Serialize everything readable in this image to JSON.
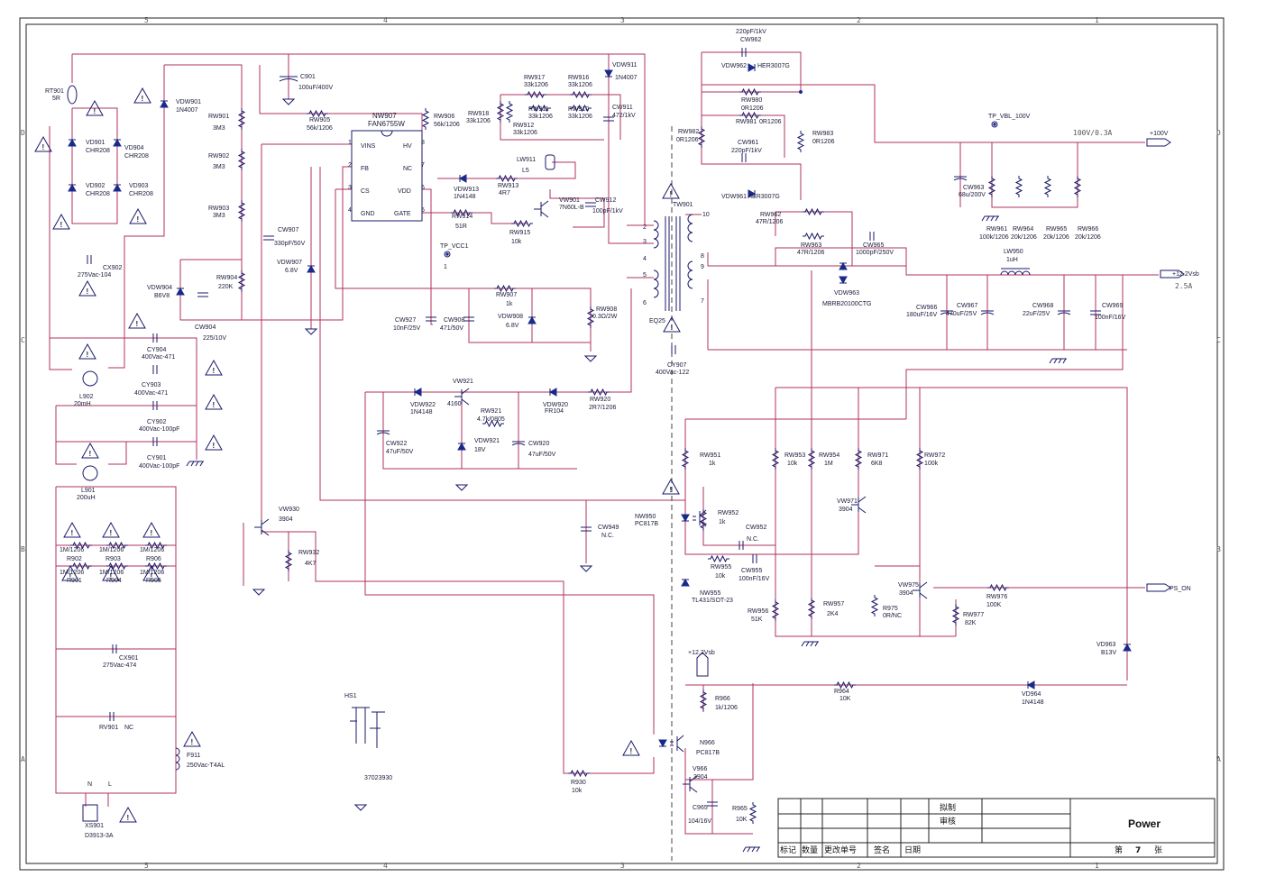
{
  "sheet": {
    "zone_top": [
      "5",
      "4",
      "3",
      "2",
      "1"
    ],
    "zone_bottom": [
      "5",
      "4",
      "3",
      "2",
      "1"
    ],
    "zone_left": [
      "D",
      "C",
      "B",
      "A"
    ],
    "zone_right": [
      "D",
      "C",
      "B",
      "A"
    ]
  },
  "titleblock": {
    "title": "Power",
    "drawn": "拟制",
    "checked": "审核",
    "sheet_prefix": "第",
    "sheet_no": "7",
    "sheet_suffix": "张",
    "cols": [
      "标记",
      "数量",
      "更改单号",
      "签名",
      "日期"
    ]
  },
  "ic": {
    "name": "NW907",
    "part": "FAN6755W",
    "pins_left": [
      {
        "n": "1",
        "s": "VINS"
      },
      {
        "n": "2",
        "s": "FB"
      },
      {
        "n": "3",
        "s": "CS"
      },
      {
        "n": "4",
        "s": "GND"
      }
    ],
    "pins_right": [
      {
        "n": "8",
        "s": "HV"
      },
      {
        "n": "7",
        "s": "NC"
      },
      {
        "n": "6",
        "s": "VDD"
      },
      {
        "n": "5",
        "s": "GATE"
      }
    ]
  },
  "nets": {
    "vbl_tp": "TP_VBL_100V",
    "vbl_out": "+100V",
    "vbl_rating": "100V/0.3A",
    "vsb_out": "+12.2Vsb",
    "vsb_rating": "2.5A",
    "vsb_local": "+12.2Vsb",
    "ps_on": "PS_ON",
    "vcc_tp": "TP_VCC1",
    "vcc_tp_pin": "1"
  },
  "labels": [
    {
      "k": "rt901",
      "t": "RT901"
    },
    {
      "k": "rt901v",
      "t": "5R"
    },
    {
      "k": "vd901",
      "t": "VD901"
    },
    {
      "k": "vd901v",
      "t": "CHR208"
    },
    {
      "k": "vd904",
      "t": "VD904"
    },
    {
      "k": "vd904v",
      "t": "CHR208"
    },
    {
      "k": "vd902",
      "t": "VD902"
    },
    {
      "k": "vd902v",
      "t": "CHR208"
    },
    {
      "k": "vd903",
      "t": "VD903"
    },
    {
      "k": "vd903v",
      "t": "CHR208"
    },
    {
      "k": "vdw901",
      "t": "VDW901"
    },
    {
      "k": "vdw901v",
      "t": "1N4007"
    },
    {
      "k": "rw901",
      "t": "RW901"
    },
    {
      "k": "rw901v",
      "t": "3M3"
    },
    {
      "k": "rw902",
      "t": "RW902"
    },
    {
      "k": "rw902v",
      "t": "3M3"
    },
    {
      "k": "rw903",
      "t": "RW903"
    },
    {
      "k": "rw903v",
      "t": "3M3"
    },
    {
      "k": "c901",
      "t": "C901"
    },
    {
      "k": "c901v",
      "t": "100uF/400V"
    },
    {
      "k": "rw905",
      "t": "RW905"
    },
    {
      "k": "rw905v",
      "t": "56k/1206"
    },
    {
      "k": "rw906",
      "t": "RW906"
    },
    {
      "k": "rw906v",
      "t": "56k/1206"
    },
    {
      "k": "rw918",
      "t": "RW918"
    },
    {
      "k": "rw918v",
      "t": "33k1206"
    },
    {
      "k": "rw917",
      "t": "RW917"
    },
    {
      "k": "rw917v",
      "t": "33k1206"
    },
    {
      "k": "rw916",
      "t": "RW916"
    },
    {
      "k": "rw916v",
      "t": "33k1206"
    },
    {
      "k": "rw911",
      "t": "RW911"
    },
    {
      "k": "rw911v",
      "t": "33k1206"
    },
    {
      "k": "rw910",
      "t": "RW910"
    },
    {
      "k": "rw910v",
      "t": "33k1206"
    },
    {
      "k": "rw912",
      "t": "RW912"
    },
    {
      "k": "rw912v",
      "t": "33k1206"
    },
    {
      "k": "vdw911",
      "t": "VDW911"
    },
    {
      "k": "vdw911v",
      "t": "1N4007"
    },
    {
      "k": "cw911",
      "t": "CW911"
    },
    {
      "k": "cw911v",
      "t": "472/1kV"
    },
    {
      "k": "cx902",
      "t": "CX902"
    },
    {
      "k": "cx902v",
      "t": "275Vac-104"
    },
    {
      "k": "cw907",
      "t": "CW907"
    },
    {
      "k": "cw907v",
      "t": "330pF/50V"
    },
    {
      "k": "vdw907",
      "t": "VDW907"
    },
    {
      "k": "vdw907v",
      "t": "6.8V"
    },
    {
      "k": "rw904",
      "t": "RW904"
    },
    {
      "k": "rw904v",
      "t": "220K"
    },
    {
      "k": "vdw904",
      "t": "VDW904"
    },
    {
      "k": "vdw904v",
      "t": "B6V8"
    },
    {
      "k": "cw904",
      "t": "CW904"
    },
    {
      "k": "cw904v",
      "t": "225/10V"
    },
    {
      "k": "lw911",
      "t": "LW911"
    },
    {
      "k": "lw911v",
      "t": "L5"
    },
    {
      "k": "vdw913",
      "t": "VDW913"
    },
    {
      "k": "vdw913v",
      "t": "1N4148"
    },
    {
      "k": "rw913",
      "t": "RW913"
    },
    {
      "k": "rw913v",
      "t": "4R7"
    },
    {
      "k": "rw914",
      "t": "RW914"
    },
    {
      "k": "rw914v",
      "t": "51R"
    },
    {
      "k": "rw915",
      "t": "RW915"
    },
    {
      "k": "rw915v",
      "t": "10k"
    },
    {
      "k": "vw901",
      "t": "VW901"
    },
    {
      "k": "vw901v",
      "t": "7N60L-B"
    },
    {
      "k": "cw912",
      "t": "CW912"
    },
    {
      "k": "cw912v",
      "t": "100pF/1kV"
    },
    {
      "k": "rw907",
      "t": "RW907"
    },
    {
      "k": "rw907v",
      "t": "1k"
    },
    {
      "k": "cw927",
      "t": "CW927"
    },
    {
      "k": "cw927v",
      "t": "10nF/25V"
    },
    {
      "k": "cw908",
      "t": "CW908"
    },
    {
      "k": "cw908v",
      "t": "471/50V"
    },
    {
      "k": "vdw908",
      "t": "VDW908"
    },
    {
      "k": "vdw908v",
      "t": "6.8V"
    },
    {
      "k": "rw908",
      "t": "RW908"
    },
    {
      "k": "rw908v",
      "t": "0.3Ω/2W"
    },
    {
      "k": "eq25",
      "t": "EQ25"
    },
    {
      "k": "tw901",
      "t": "TW901"
    },
    {
      "k": "cw962",
      "t": "220pF/1kV"
    },
    {
      "k": "cw962n",
      "t": "CW962"
    },
    {
      "k": "vdw962",
      "t": "VDW962"
    },
    {
      "k": "vdw962v",
      "t": "HER3007G"
    },
    {
      "k": "rw980",
      "t": "RW980"
    },
    {
      "k": "rw980v",
      "t": "0R1206"
    },
    {
      "k": "rw981",
      "t": "RW981"
    },
    {
      "k": "rw981v",
      "t": "0R1206"
    },
    {
      "k": "rw982",
      "t": "RW982"
    },
    {
      "k": "rw982v",
      "t": "0R1206"
    },
    {
      "k": "rw983",
      "t": "RW983"
    },
    {
      "k": "rw983v",
      "t": "0R1206"
    },
    {
      "k": "cw961",
      "t": "CW961"
    },
    {
      "k": "cw961v",
      "t": "220pF/1kV"
    },
    {
      "k": "vdw961",
      "t": "VDW961"
    },
    {
      "k": "vdw961v",
      "t": "HER3007G"
    },
    {
      "k": "cw963",
      "t": "CW963"
    },
    {
      "k": "cw963v",
      "t": "68u/200V"
    },
    {
      "k": "rw961",
      "t": "RW961"
    },
    {
      "k": "rw961v",
      "t": "100k/1206"
    },
    {
      "k": "rw964",
      "t": "RW964"
    },
    {
      "k": "rw964v",
      "t": "20k/1206"
    },
    {
      "k": "rw965",
      "t": "RW965"
    },
    {
      "k": "rw965v",
      "t": "20k/1206"
    },
    {
      "k": "rw966",
      "t": "RW966"
    },
    {
      "k": "rw966v",
      "t": "20k/1206"
    },
    {
      "k": "rw962",
      "t": "RW962"
    },
    {
      "k": "rw962v",
      "t": "47R/1206"
    },
    {
      "k": "rw963",
      "t": "RW963"
    },
    {
      "k": "rw963v",
      "t": "47R/1206"
    },
    {
      "k": "cw965",
      "t": "CW965"
    },
    {
      "k": "cw965v",
      "t": "1000pF/250V"
    },
    {
      "k": "vdw963",
      "t": "VDW963"
    },
    {
      "k": "vdw963v",
      "t": "MBRB20100CTG"
    },
    {
      "k": "lw950",
      "t": "LW950"
    },
    {
      "k": "lw950v",
      "t": "1uH"
    },
    {
      "k": "cw966",
      "t": "CW966"
    },
    {
      "k": "cw966v",
      "t": "180uF/16V"
    },
    {
      "k": "cw967",
      "t": "CW967"
    },
    {
      "k": "cw967v",
      "t": "470uF/25V"
    },
    {
      "k": "cw968",
      "t": "CW968"
    },
    {
      "k": "cw968v",
      "t": "22uF/25V"
    },
    {
      "k": "cw969",
      "t": "CW969"
    },
    {
      "k": "cw969v",
      "t": "100nF/16V"
    },
    {
      "k": "cy907",
      "t": "CY907"
    },
    {
      "k": "cy907v",
      "t": "400Vac-122"
    },
    {
      "k": "cy904",
      "t": "CY904"
    },
    {
      "k": "cy904v",
      "t": "400Vac-471"
    },
    {
      "k": "cy903",
      "t": "CY903"
    },
    {
      "k": "cy903v",
      "t": "400Vac-471"
    },
    {
      "k": "cy902",
      "t": "CY902"
    },
    {
      "k": "cy902v",
      "t": "400Vac-100pF"
    },
    {
      "k": "cy901",
      "t": "CY901"
    },
    {
      "k": "cy901v",
      "t": "400Vac-100pF"
    },
    {
      "k": "l902",
      "t": "L902"
    },
    {
      "k": "l902v",
      "t": "20mH"
    },
    {
      "k": "l901",
      "t": "L901"
    },
    {
      "k": "l901v",
      "t": "200uH"
    },
    {
      "k": "vdw922",
      "t": "VDW922"
    },
    {
      "k": "vdw922v",
      "t": "1N4148"
    },
    {
      "k": "vw921",
      "t": "VW921"
    },
    {
      "k": "vw921v",
      "t": "4160"
    },
    {
      "k": "rw921",
      "t": "RW921"
    },
    {
      "k": "rw921v",
      "t": "4.7k/0805"
    },
    {
      "k": "vdw920",
      "t": "VDW920"
    },
    {
      "k": "vdw920v",
      "t": "FR104"
    },
    {
      "k": "rw920",
      "t": "RW920"
    },
    {
      "k": "rw920v",
      "t": "2R7/1206"
    },
    {
      "k": "cw922",
      "t": "CW922"
    },
    {
      "k": "cw922v",
      "t": "47uF/50V"
    },
    {
      "k": "vdw921",
      "t": "VDW921"
    },
    {
      "k": "vdw921v",
      "t": "18V"
    },
    {
      "k": "cw920",
      "t": "CW920"
    },
    {
      "k": "cw920v",
      "t": "47uF/50V"
    },
    {
      "k": "rw951",
      "t": "RW951"
    },
    {
      "k": "rw951v",
      "t": "1k"
    },
    {
      "k": "rw953",
      "t": "RW953"
    },
    {
      "k": "rw953v",
      "t": "10k"
    },
    {
      "k": "rw954",
      "t": "RW954"
    },
    {
      "k": "rw954v",
      "t": "1M"
    },
    {
      "k": "rw971",
      "t": "RW971"
    },
    {
      "k": "rw971v",
      "t": "6K8"
    },
    {
      "k": "rw972",
      "t": "RW972"
    },
    {
      "k": "rw972v",
      "t": "100k"
    },
    {
      "k": "vw971",
      "t": "VW971"
    },
    {
      "k": "vw971v",
      "t": "3904"
    },
    {
      "k": "nw950",
      "t": "NW950"
    },
    {
      "k": "nw950v",
      "t": "PC817B"
    },
    {
      "k": "rw952",
      "t": "RW952"
    },
    {
      "k": "rw952v",
      "t": "1k"
    },
    {
      "k": "cw952",
      "t": "CW952"
    },
    {
      "k": "cw952v",
      "t": "N.C."
    },
    {
      "k": "cw949",
      "t": "CW949"
    },
    {
      "k": "cw949v",
      "t": "N.C."
    },
    {
      "k": "rw955",
      "t": "RW955"
    },
    {
      "k": "rw955v",
      "t": "10k"
    },
    {
      "k": "cw955",
      "t": "CW955"
    },
    {
      "k": "cw955v",
      "t": "100nF/16V"
    },
    {
      "k": "nw955",
      "t": "NW955"
    },
    {
      "k": "nw955v",
      "t": "TL431/SOT-23"
    },
    {
      "k": "rw956",
      "t": "RW956"
    },
    {
      "k": "rw956v",
      "t": "51K"
    },
    {
      "k": "rw957",
      "t": "RW957"
    },
    {
      "k": "rw957v",
      "t": "2K4"
    },
    {
      "k": "r975",
      "t": "R975"
    },
    {
      "k": "r975v",
      "t": "0R/NC"
    },
    {
      "k": "vw975",
      "t": "VW975"
    },
    {
      "k": "vw975v",
      "t": "3904"
    },
    {
      "k": "rw976",
      "t": "RW976"
    },
    {
      "k": "rw976v",
      "t": "100K"
    },
    {
      "k": "rw977",
      "t": "RW977"
    },
    {
      "k": "rw977v",
      "t": "82K"
    },
    {
      "k": "vd963",
      "t": "VD963"
    },
    {
      "k": "vd963v",
      "t": "B13V"
    },
    {
      "k": "r964",
      "t": "R964"
    },
    {
      "k": "r964v",
      "t": "10K"
    },
    {
      "k": "vd964",
      "t": "VD964"
    },
    {
      "k": "vd964v",
      "t": "1N4148"
    },
    {
      "k": "r966",
      "t": "R966"
    },
    {
      "k": "r966v",
      "t": "1k/1206"
    },
    {
      "k": "n966",
      "t": "N966"
    },
    {
      "k": "n966v",
      "t": "PC817B"
    },
    {
      "k": "v966",
      "t": "V966"
    },
    {
      "k": "v966v",
      "t": "3904"
    },
    {
      "k": "c965",
      "t": "C965"
    },
    {
      "k": "c965v",
      "t": "104/16V"
    },
    {
      "k": "r965",
      "t": "R965"
    },
    {
      "k": "r965v",
      "t": "10K"
    },
    {
      "k": "vw930",
      "t": "VW930"
    },
    {
      "k": "vw930v",
      "t": "3904"
    },
    {
      "k": "rw932",
      "t": "RW932"
    },
    {
      "k": "rw932v",
      "t": "4K7"
    },
    {
      "k": "r930",
      "t": "R930"
    },
    {
      "k": "r930v",
      "t": "10k"
    },
    {
      "k": "hs1",
      "t": "HS1"
    },
    {
      "k": "hs1v",
      "t": "37023930"
    },
    {
      "k": "r902a",
      "t": "1M/1206"
    },
    {
      "k": "r902",
      "t": "R902"
    },
    {
      "k": "r903a",
      "t": "1M/1206"
    },
    {
      "k": "r903",
      "t": "R903"
    },
    {
      "k": "r906a",
      "t": "1M/1206"
    },
    {
      "k": "r906",
      "t": "R906"
    },
    {
      "k": "r901a",
      "t": "1M/1206"
    },
    {
      "k": "r901",
      "t": "R901"
    },
    {
      "k": "r904a",
      "t": "1M/1206"
    },
    {
      "k": "r904",
      "t": "R904"
    },
    {
      "k": "r905a",
      "t": "1M/1206"
    },
    {
      "k": "r905",
      "t": "R905"
    },
    {
      "k": "cx901",
      "t": "CX901"
    },
    {
      "k": "cx901v",
      "t": "275Vac-474"
    },
    {
      "k": "rv901",
      "t": "RV901"
    },
    {
      "k": "rv901v",
      "t": "NC"
    },
    {
      "k": "f911",
      "t": "F911"
    },
    {
      "k": "f911v",
      "t": "250Vac-T4AL"
    },
    {
      "k": "xs901",
      "t": "XS901"
    },
    {
      "k": "xs901v",
      "t": "D3913-3A"
    },
    {
      "k": "xs_n",
      "t": "N"
    },
    {
      "k": "xs_l",
      "t": "L"
    }
  ]
}
